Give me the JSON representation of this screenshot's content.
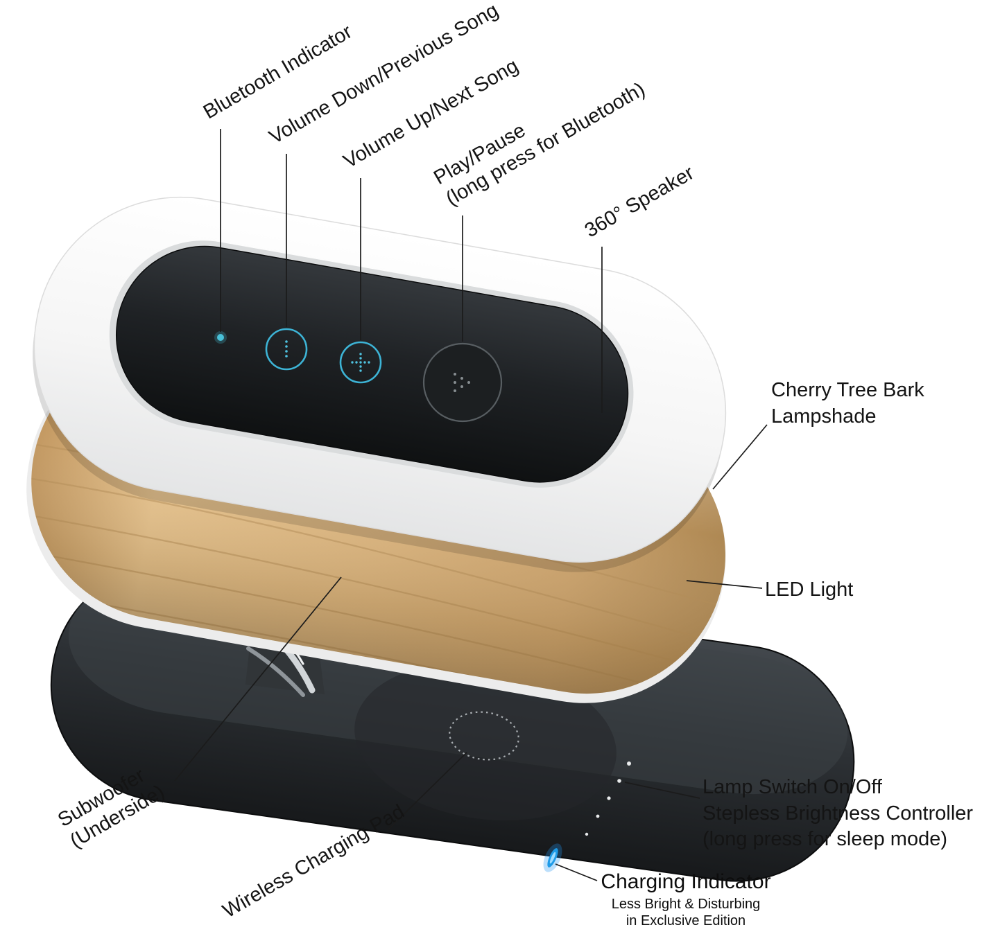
{
  "callouts": {
    "bluetooth_indicator": "Bluetooth Indicator",
    "volume_down": "Volume Down/Previous Song",
    "volume_up": "Volume Up/Next Song",
    "play_pause": "Play/Pause\n(long press for Bluetooth)",
    "speaker_360": "360° Speaker",
    "lampshade": "Cherry Tree Bark\nLampshade",
    "led_light": "LED Light",
    "subwoofer": "Subwoofer\n(Underside)",
    "wireless_charging_pad": "Wireless Charging Pad",
    "lamp_switch": "Lamp Switch On/Off\nStepless Brightness Controller\n(long press for sleep mode)",
    "charging_indicator": "Charging Indicator",
    "charging_indicator_note": "Less Bright & Disturbing\nin Exclusive Edition"
  },
  "colors": {
    "accent_teal": "#3db4d6",
    "led_blue": "#1e9be8",
    "wood": "#dbb47d",
    "base_dark": "#2d3135",
    "line": "#1b1b1b"
  }
}
